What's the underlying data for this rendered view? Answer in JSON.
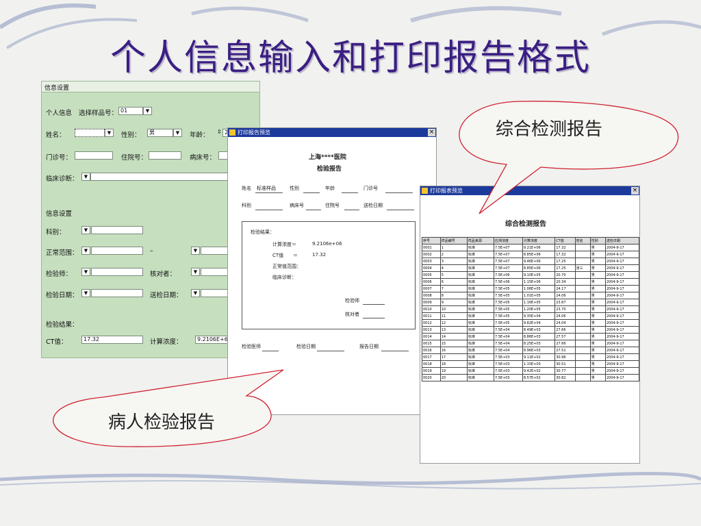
{
  "slide": {
    "title": "个人信息输入和打印报告格式"
  },
  "form": {
    "header": "信息设置",
    "personal_label": "个人信息",
    "sample_label": "选择样品号：",
    "sample_value": "01",
    "name_label": "姓名：",
    "sex_label": "性别：",
    "sex_value": "男",
    "age_label": "年龄：",
    "age_value": "2",
    "clinic_label": "门诊号：",
    "inpatient_label": "住院号：",
    "bed_label": "病床号：",
    "diagnosis_label": "临床诊断：",
    "section2_label": "信息设置",
    "dept_label": "科别：",
    "range_label": "正常范围：",
    "range_sep": "–",
    "tester_label": "检验师：",
    "checker_label": "核对者：",
    "test_date_label": "检验日期：",
    "send_date_label": "送检日期：",
    "result_label": "检验结果：",
    "ct_label": "CT值：",
    "ct_value": "17.32",
    "conc_label": "计算浓度：",
    "conc_value": "9.2106E+6"
  },
  "patient_report": {
    "window_title": "打印报告预览",
    "hospital": "上海****医院",
    "report_title": "检验报告",
    "name_label": "姓名",
    "name_value": "标准样品",
    "sex_label": "性别",
    "age_label": "年龄",
    "clinic_label": "门诊号",
    "dept_label": "科别",
    "bed_label": "病床号",
    "inpatient_label": "住院号",
    "send_date_label": "送检日期",
    "result_label": "检验结果：",
    "conc_label": "计算浓度＝",
    "conc_value": "9.2106e+06",
    "ct_label": "CT值",
    "ct_eq": "＝",
    "ct_value": "17.32",
    "range_label": "正常值范围：",
    "diag_label": "临床诊断：",
    "tester_label": "检验师",
    "checker_label": "核对者",
    "doctor_label": "检验医师",
    "test_date_label": "检验日期",
    "report_date_label": "报告日期"
  },
  "summary_report": {
    "window_title": "打印报表预览",
    "report_title": "综合检测报告",
    "columns": [
      "序号",
      "样品编号",
      "样品来源",
      "应测浓度",
      "计算浓度",
      "CT值",
      "姓名",
      "性别",
      "送检日期"
    ],
    "rows": [
      [
        "0001",
        "1",
        "标准",
        "7.5E+07",
        "9.21E+06",
        "17.32",
        "",
        "男",
        "2004-9-17"
      ],
      [
        "0002",
        "2",
        "标准",
        "7.5E+07",
        "8.85E+06",
        "17.32",
        "",
        "男",
        "2004-9-17"
      ],
      [
        "0003",
        "3",
        "标准",
        "7.5E+07",
        "9.46E+06",
        "17.25",
        "",
        "男",
        "2004-9-17"
      ],
      [
        "0004",
        "4",
        "标准",
        "7.5E+07",
        "8.85E+06",
        "17.25",
        "张三",
        "男",
        "2004-9-17"
      ],
      [
        "0005",
        "5",
        "标准",
        "7.5E+06",
        "9.10E+05",
        "20.70",
        "",
        "男",
        "2004-9-17"
      ],
      [
        "0006",
        "6",
        "标准",
        "7.5E+06",
        "1.15E+06",
        "20.34",
        "",
        "男",
        "2004-9-17"
      ],
      [
        "0007",
        "7",
        "标准",
        "7.5E+05",
        "1.06E+05",
        "24.17",
        "",
        "男",
        "2004-9-17"
      ],
      [
        "0008",
        "8",
        "标准",
        "7.5E+05",
        "1.01E+05",
        "24.06",
        "",
        "男",
        "2004-9-17"
      ],
      [
        "0009",
        "9",
        "标准",
        "7.5E+05",
        "1.16E+05",
        "23.87",
        "",
        "男",
        "2004-9-17"
      ],
      [
        "0010",
        "10",
        "标准",
        "7.5E+05",
        "1.20E+05",
        "23.70",
        "",
        "男",
        "2004-9-17"
      ],
      [
        "0011",
        "11",
        "标准",
        "7.5E+05",
        "9.35E+04",
        "24.06",
        "",
        "男",
        "2004-9-17"
      ],
      [
        "0012",
        "12",
        "标准",
        "7.5E+05",
        "9.82E+04",
        "24.04",
        "",
        "男",
        "2004-9-17"
      ],
      [
        "0013",
        "13",
        "标准",
        "7.5E+04",
        "8.49E+03",
        "27.66",
        "",
        "男",
        "2004-9-17"
      ],
      [
        "0014",
        "14",
        "标准",
        "7.5E+04",
        "8.86E+03",
        "27.57",
        "",
        "男",
        "2004-9-17"
      ],
      [
        "0015",
        "15",
        "标准",
        "7.5E+04",
        "8.25E+03",
        "27.66",
        "",
        "男",
        "2004-9-17"
      ],
      [
        "0016",
        "16",
        "标准",
        "7.5E+04",
        "8.96E+03",
        "27.51",
        "",
        "男",
        "2004-9-17"
      ],
      [
        "0017",
        "17",
        "标准",
        "7.5E+03",
        "9.11E+02",
        "30.96",
        "",
        "男",
        "2004-9-17"
      ],
      [
        "0018",
        "18",
        "标准",
        "7.5E+03",
        "1.15E+03",
        "30.51",
        "",
        "男",
        "2004-9-17"
      ],
      [
        "0019",
        "19",
        "标准",
        "7.5E+03",
        "9.42E+02",
        "30.77",
        "",
        "男",
        "2004-9-17"
      ],
      [
        "0020",
        "20",
        "标准",
        "7.5E+03",
        "8.57E+02",
        "30.82",
        "",
        "男",
        "2004-9-17"
      ]
    ]
  },
  "callouts": {
    "summary": "综合检测报告",
    "patient": "病人检验报告"
  },
  "colors": {
    "title": "#3a1f82",
    "form_bg": "#c6dfbf",
    "titlebar": "#1c3a9c",
    "callout_border": "#d02030"
  }
}
